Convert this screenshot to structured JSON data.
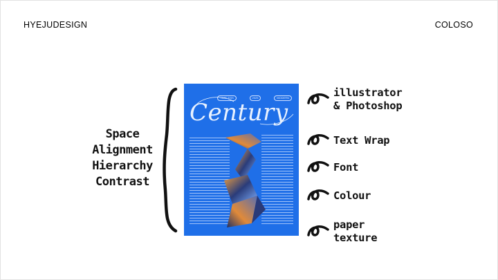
{
  "header": {
    "left_brand": "HYEJUDESIGN",
    "right_brand": "COLOSO"
  },
  "left_list": [
    "Space",
    "Alignment",
    "Hierarchy",
    "Contrast"
  ],
  "poster": {
    "tags": [
      "TIMELESS",
      "2025",
      "MODERN"
    ],
    "title": "Century"
  },
  "right_list": [
    {
      "line1": "illustrator",
      "line2": "& Photoshop"
    },
    {
      "line1": "Text Wrap",
      "line2": ""
    },
    {
      "line1": "Font",
      "line2": ""
    },
    {
      "line1": "Colour",
      "line2": ""
    },
    {
      "line1": "paper",
      "line2": "texture"
    }
  ]
}
